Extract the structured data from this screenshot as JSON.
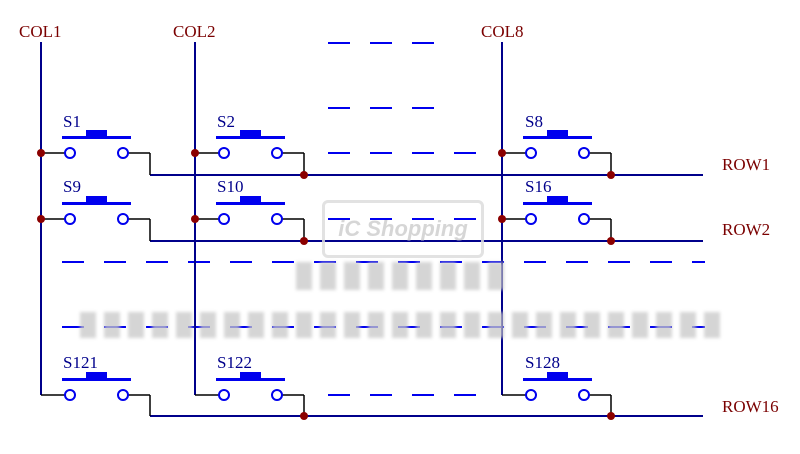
{
  "columns": [
    {
      "label": "COL1"
    },
    {
      "label": "COL2"
    },
    {
      "label": "COL8"
    }
  ],
  "rows": [
    {
      "label": "ROW1"
    },
    {
      "label": "ROW2"
    },
    {
      "label": "ROW16"
    }
  ],
  "switches": [
    [
      "S1",
      "S2",
      "S8"
    ],
    [
      "S9",
      "S10",
      "S16"
    ],
    [
      "S121",
      "S122",
      "S128"
    ]
  ],
  "watermark": {
    "logo": "iC Shopping"
  },
  "colors": {
    "wire": "#00008b",
    "switch": "#0000ee",
    "junction": "#8b0000",
    "label": "#7a0000",
    "dash": "#0000ee"
  }
}
